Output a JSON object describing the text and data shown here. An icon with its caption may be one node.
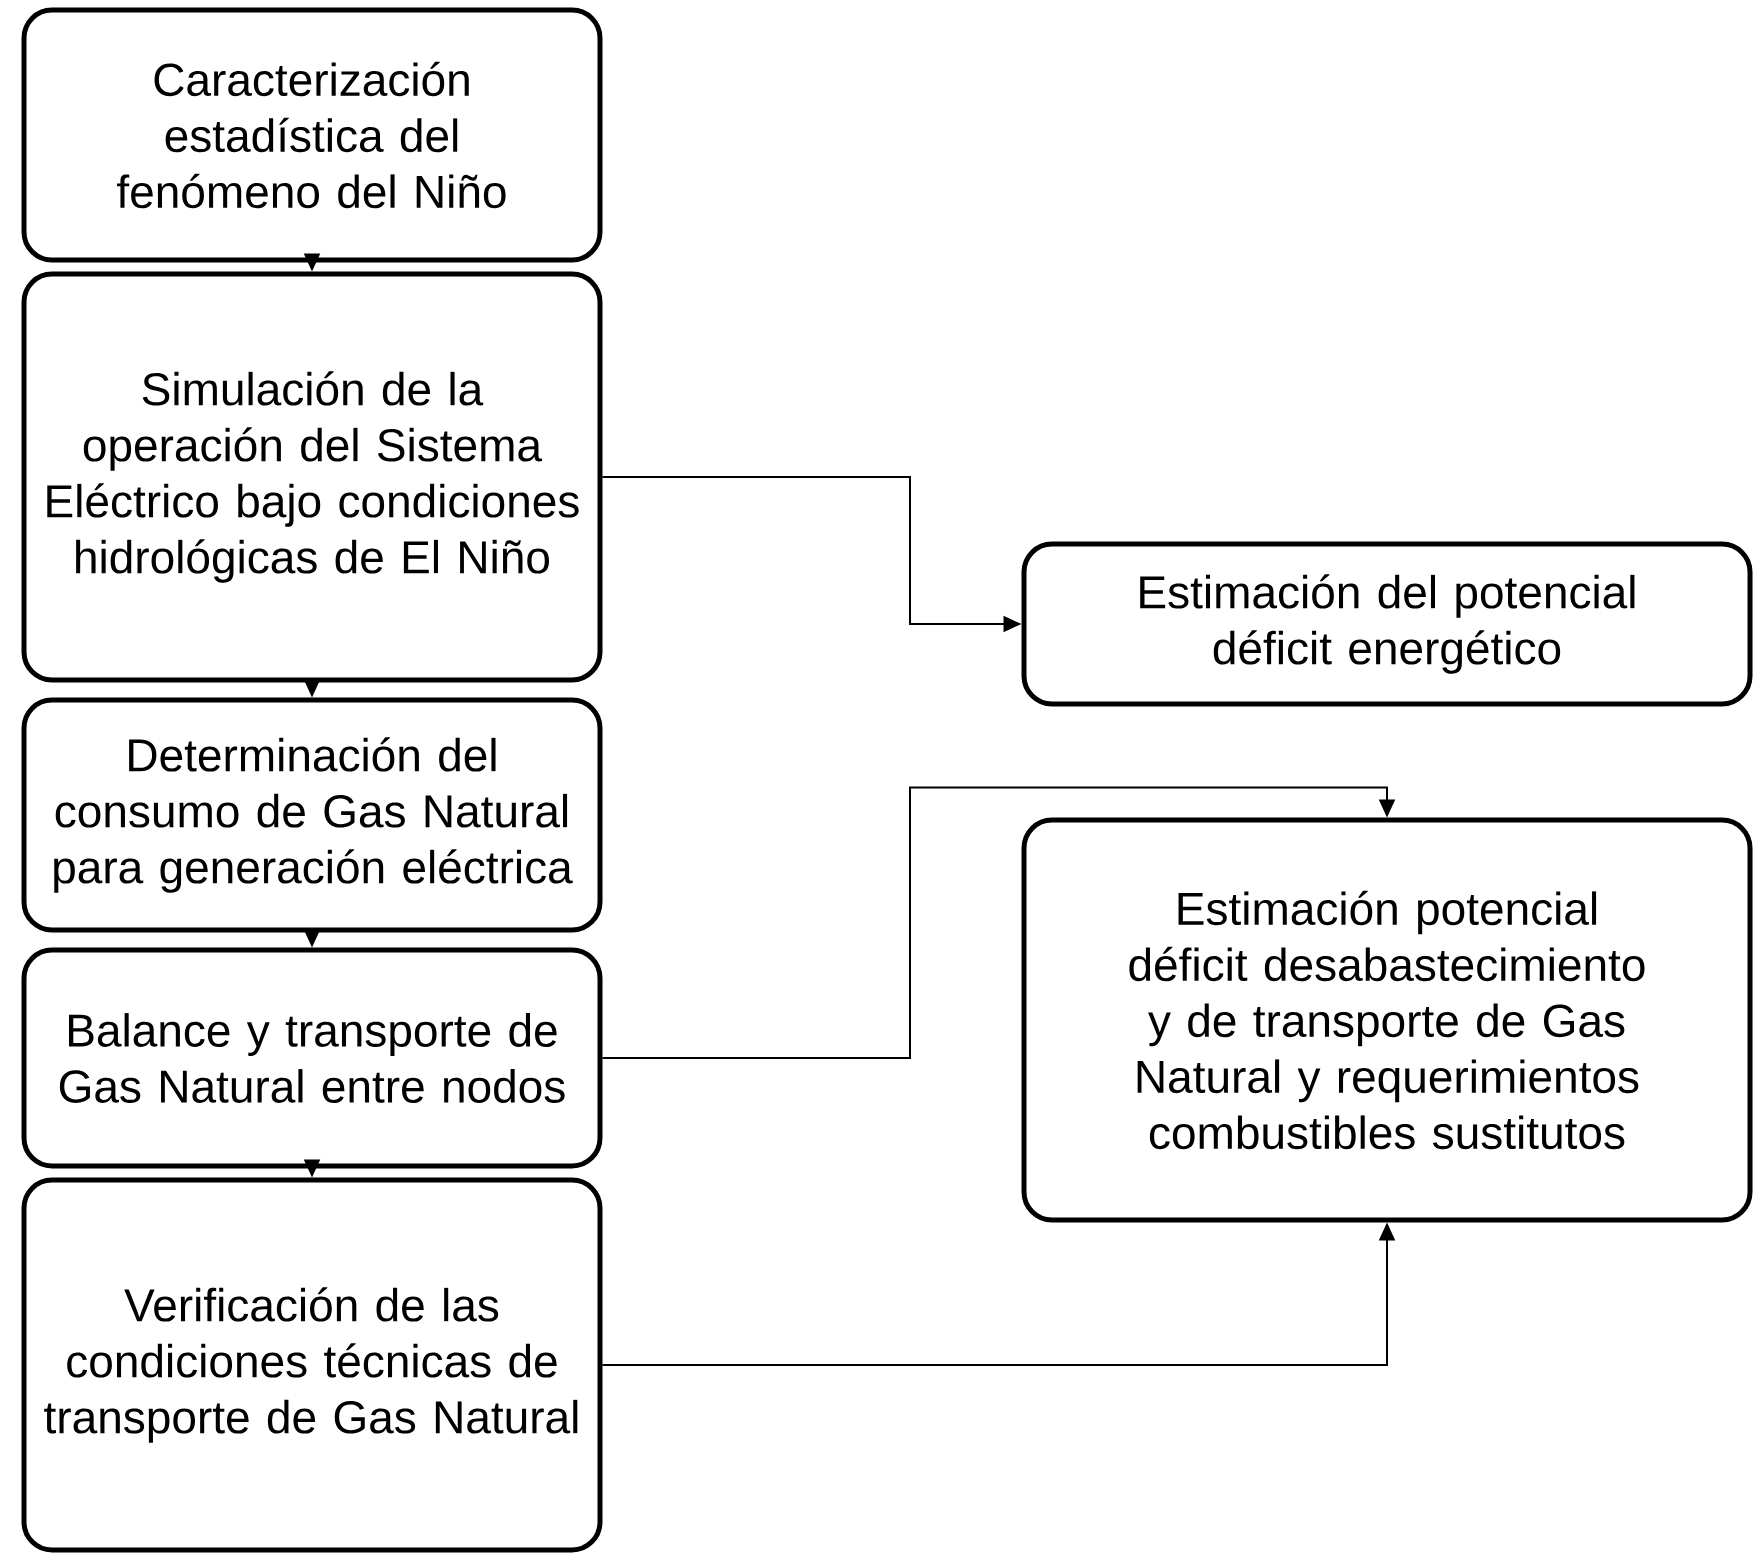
{
  "diagram": {
    "nodes": [
      {
        "text": [
          "Caracterización estadística del fenómeno del Niño"
        ]
      },
      {
        "text": [
          "Simulación de la operación del Sistema Eléctrico bajo condiciones hidrológicas de El Niño"
        ]
      },
      {
        "text": [
          "Estimación del potencial déficit energético"
        ]
      },
      {
        "text": [
          "Determinación del consumo de Gas Natural para generación eléctrica"
        ]
      },
      {
        "text": [
          "Balance y transporte de Gas Natural entre nodos"
        ]
      },
      {
        "text": [
          "Estimación potencial déficit desabastecimiento y de transporte de Gas Natural y requerimientos combustibles sustitutos"
        ]
      },
      {
        "text": [
          "Verificación de las condiciones técnicas de transporte de Gas Natural"
        ]
      }
    ],
    "edges": [
      {
        "from": 0,
        "to": 1,
        "arrow": "to"
      },
      {
        "from": 1,
        "to": 2,
        "arrow": "to"
      },
      {
        "from": 1,
        "to": 3,
        "arrow": "to"
      },
      {
        "from": 3,
        "to": 4,
        "arrow": "to"
      },
      {
        "from": 4,
        "to": 5,
        "arrow": "to"
      },
      {
        "from": 4,
        "to": 6,
        "arrow": "to"
      },
      {
        "from": 6,
        "to": 5,
        "arrow": "to"
      }
    ]
  }
}
